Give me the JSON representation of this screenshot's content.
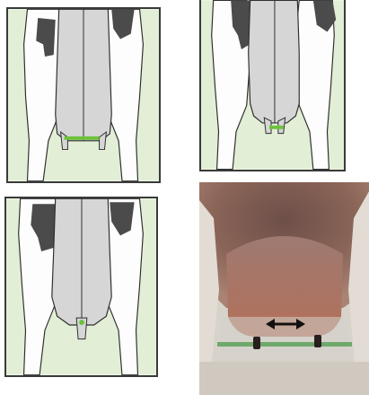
{
  "figure": {
    "panels": [
      {
        "id": "top-left",
        "subject": "cow-rear-view-illustration",
        "udder_floor_marker": "wide-split-line"
      },
      {
        "id": "top-right",
        "subject": "cow-rear-view-illustration",
        "udder_floor_marker": "short-line"
      },
      {
        "id": "bottom-left",
        "subject": "cow-rear-view-illustration",
        "udder_floor_marker": "dot"
      },
      {
        "id": "photo",
        "subject": "cow-udder-photograph",
        "annotation": "double-headed-arrow"
      }
    ]
  },
  "colors": {
    "background_fill": "#e2efd6",
    "body_white": "#fdfdfd",
    "udder_gray": "#d6d6d6",
    "black_patch": "#4b4b4b",
    "outline": "#2e2e2e",
    "marker_green": "#6cc23a",
    "arrow": "#111111",
    "hide_brown": "#8a6457",
    "teat_dark": "#2a1e1e",
    "pen_green": "#6fa86b"
  }
}
